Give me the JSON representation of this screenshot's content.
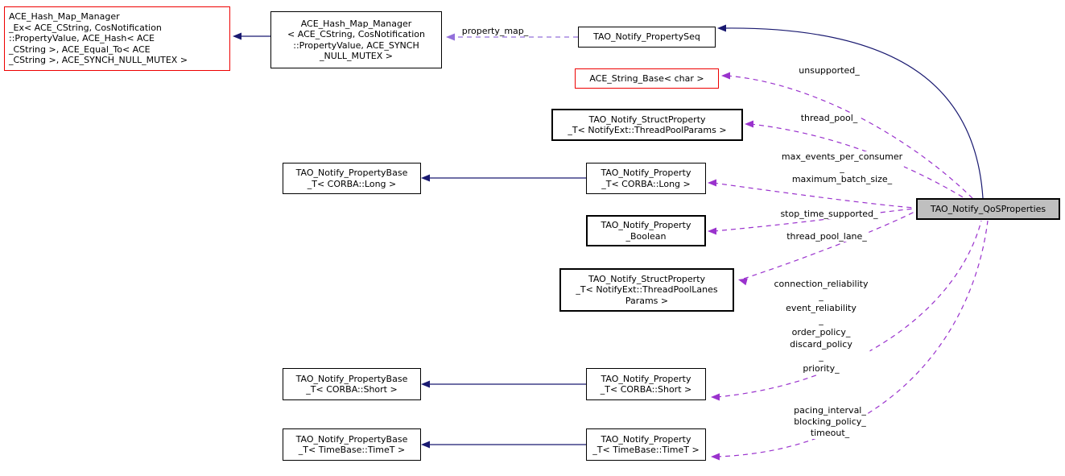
{
  "diagram_type": "doxygen-collaboration-graph",
  "colors": {
    "background": "#ffffff",
    "inheritance_edge": "#191970",
    "usage_edge": "#9a32cd",
    "usage_edge_light": "#9370db",
    "node_border": "#000000",
    "truncated_node_border": "#ee0000",
    "focus_node_fill": "#bfbfbf"
  },
  "nodes": {
    "hash_map_ex": {
      "text": "ACE_Hash_Map_Manager\n_Ex< ACE_CString, CosNotification\n::PropertyValue, ACE_Hash< ACE\n_CString >, ACE_Equal_To< ACE\n_CString >, ACE_SYNCH_NULL_MUTEX >"
    },
    "hash_map": {
      "text": "ACE_Hash_Map_Manager\n< ACE_CString, CosNotification\n::PropertyValue, ACE_SYNCH\n_NULL_MUTEX >"
    },
    "property_seq": {
      "text": "TAO_Notify_PropertySeq"
    },
    "string_base": {
      "text": "ACE_String_Base< char >"
    },
    "struct_thread_pool": {
      "text": "TAO_Notify_StructProperty\n_T< NotifyExt::ThreadPoolParams >"
    },
    "base_long": {
      "text": "TAO_Notify_PropertyBase\n_T< CORBA::Long >"
    },
    "prop_long": {
      "text": "TAO_Notify_Property\n_T< CORBA::Long >"
    },
    "prop_bool": {
      "text": "TAO_Notify_Property\n_Boolean"
    },
    "struct_thread_pool_lanes": {
      "text": "TAO_Notify_StructProperty\n_T< NotifyExt::ThreadPoolLanes\nParams >"
    },
    "base_short": {
      "text": "TAO_Notify_PropertyBase\n_T< CORBA::Short >"
    },
    "prop_short": {
      "text": "TAO_Notify_Property\n_T< CORBA::Short >"
    },
    "base_time": {
      "text": "TAO_Notify_PropertyBase\n_T< TimeBase::TimeT >"
    },
    "prop_time": {
      "text": "TAO_Notify_Property\n_T< TimeBase::TimeT >"
    },
    "qos": {
      "text": "TAO_Notify_QoSProperties"
    }
  },
  "edge_labels": {
    "property_map": "property_map_",
    "unsupported": "unsupported_",
    "thread_pool": "thread_pool_",
    "long_members": "max_events_per_consumer\n_\nmaximum_batch_size_",
    "stop_time_supported": "stop_time_supported_",
    "thread_pool_lane": "thread_pool_lane_",
    "short_members": "connection_reliability\n_\nevent_reliability\n_\norder_policy_\ndiscard_policy\n_\npriority_",
    "time_members": "pacing_interval_\nblocking_policy_\ntimeout_"
  },
  "edges": [
    {
      "from": "hash_map",
      "to": "hash_map_ex",
      "type": "inheritance"
    },
    {
      "from": "property_seq",
      "to": "hash_map",
      "type": "usage",
      "label": "property_map_"
    },
    {
      "from": "qos",
      "to": "property_seq",
      "type": "inheritance"
    },
    {
      "from": "qos",
      "to": "string_base",
      "type": "usage",
      "label": "unsupported_"
    },
    {
      "from": "qos",
      "to": "struct_thread_pool",
      "type": "usage",
      "label": "thread_pool_"
    },
    {
      "from": "qos",
      "to": "prop_long",
      "type": "usage",
      "label": "max_events_per_consumer_ maximum_batch_size_"
    },
    {
      "from": "qos",
      "to": "prop_bool",
      "type": "usage",
      "label": "stop_time_supported_"
    },
    {
      "from": "qos",
      "to": "struct_thread_pool_lanes",
      "type": "usage",
      "label": "thread_pool_lane_"
    },
    {
      "from": "qos",
      "to": "prop_short",
      "type": "usage",
      "label": "connection_reliability_ event_reliability_ order_policy_ discard_policy_ priority_"
    },
    {
      "from": "qos",
      "to": "prop_time",
      "type": "usage",
      "label": "pacing_interval_ blocking_policy_ timeout_"
    },
    {
      "from": "prop_long",
      "to": "base_long",
      "type": "inheritance"
    },
    {
      "from": "prop_short",
      "to": "base_short",
      "type": "inheritance"
    },
    {
      "from": "prop_time",
      "to": "base_time",
      "type": "inheritance"
    }
  ]
}
